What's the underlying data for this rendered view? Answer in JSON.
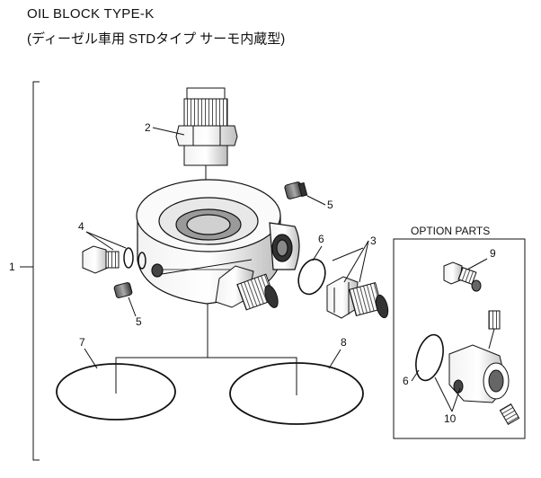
{
  "header": {
    "title": "OIL BLOCK TYPE-K",
    "subtitle": "(ディーゼル車用 STDタイプ サーモ内蔵型)"
  },
  "option_box": {
    "title": "OPTION PARTS"
  },
  "callouts": {
    "c1": "1",
    "c2": "2",
    "c3": "3",
    "c4": "4",
    "c5a": "5",
    "c5b": "5",
    "c6a": "6",
    "c6b": "6",
    "c7": "7",
    "c8": "8",
    "c9": "9",
    "c10": "10"
  }
}
